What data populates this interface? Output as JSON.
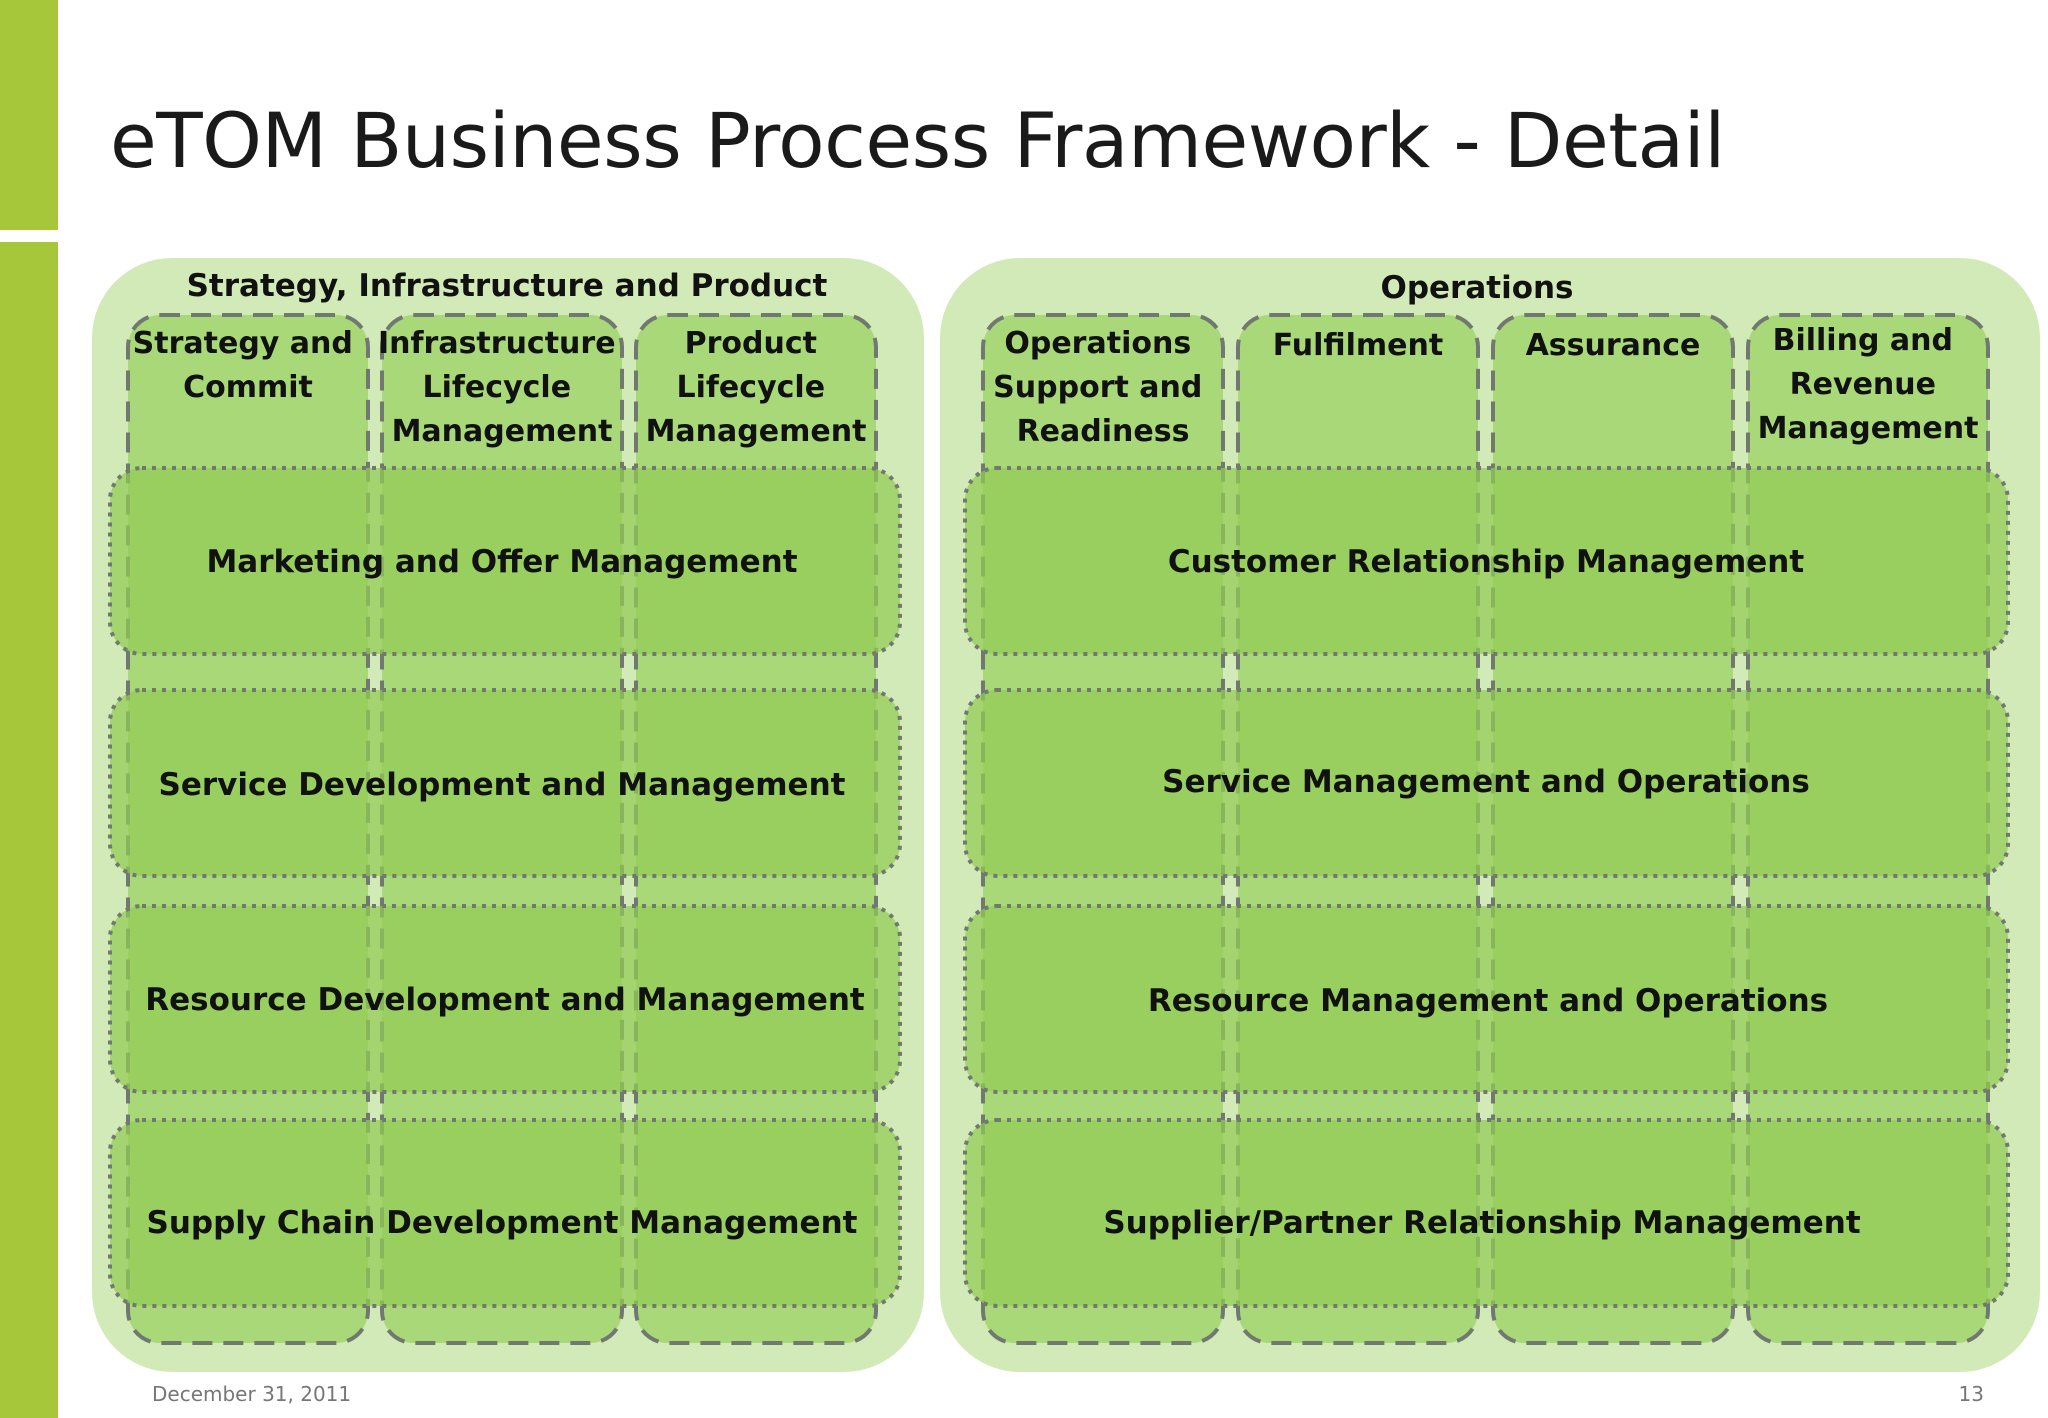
{
  "title": "eTOM Business Process Framework - Detail",
  "footer": {
    "date": "December 31, 2011",
    "page": "13"
  },
  "colors": {
    "accent": "#a6c73a",
    "group_fill": "#d2eab7",
    "column_fill": "#a8d878",
    "row_fill": "#92cc55",
    "dash_stroke": "#707870"
  },
  "groups": [
    {
      "label": "Strategy, Infrastructure and Product",
      "columns": [
        {
          "lines": [
            "Strategy and",
            "Commit"
          ]
        },
        {
          "lines": [
            "Infrastructure",
            "Lifecycle",
            "Management"
          ]
        },
        {
          "lines": [
            "Product",
            "Lifecycle",
            "Management"
          ]
        }
      ],
      "rows": [
        "Marketing and Offer Management",
        "Service Development and Management",
        "Resource Development and Management",
        "Supply Chain Development Management"
      ]
    },
    {
      "label": "Operations",
      "columns": [
        {
          "lines": [
            "Operations",
            "Support and",
            "Readiness"
          ]
        },
        {
          "lines": [
            "Fulfilment"
          ]
        },
        {
          "lines": [
            "Assurance"
          ]
        },
        {
          "lines": [
            "Billing and",
            "Revenue",
            "Management"
          ]
        }
      ],
      "rows": [
        "Customer Relationship Management",
        "Service Management and Operations",
        "Resource Management and Operations",
        "Supplier/Partner Relationship Management"
      ]
    }
  ]
}
